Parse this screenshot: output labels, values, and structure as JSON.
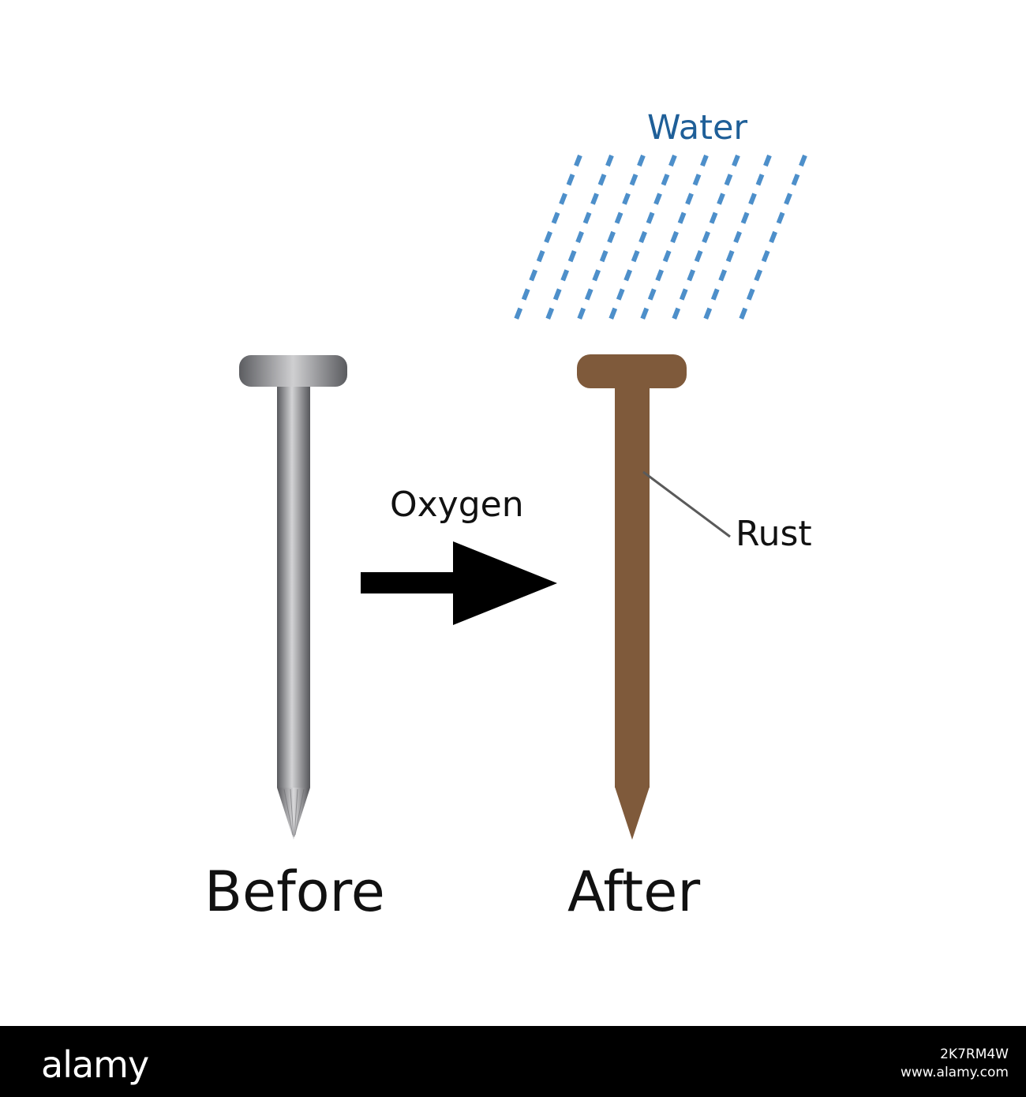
{
  "labels": {
    "water": "Water",
    "oxygen": "Oxygen",
    "rust": "Rust",
    "before": "Before",
    "after": "After"
  },
  "colors": {
    "water_drops": "#4d8fca",
    "water_text": "#1f5f98",
    "rusted_nail": "#7f5a3b",
    "steel_nail_dark": "#5f6064",
    "steel_nail_light": "#c9c9cb",
    "arrow": "#000000",
    "leader_line": "#5a5a5a"
  },
  "icons": [
    "steel-nail-icon",
    "rusted-nail-icon",
    "right-arrow-icon",
    "water-drops-icon"
  ],
  "footer": {
    "logo": "alamy",
    "image_id": "2K7RM4W",
    "site": "www.alamy.com"
  }
}
